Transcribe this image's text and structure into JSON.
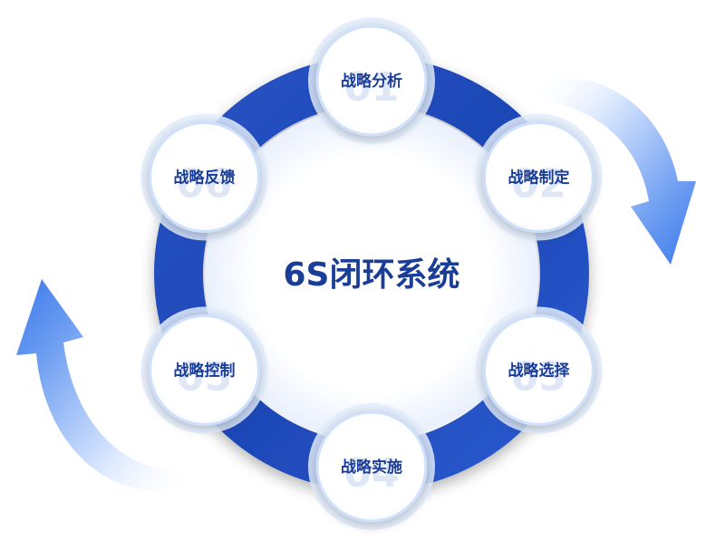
{
  "center": {
    "title": "6S闭环系统"
  },
  "steps": [
    {
      "label": "战略分析",
      "number": "01"
    },
    {
      "label": "战略制定",
      "number": "02"
    },
    {
      "label": "战略选择",
      "number": "03"
    },
    {
      "label": "战略实施",
      "number": "04"
    },
    {
      "label": "战略控制",
      "number": "05"
    },
    {
      "label": "战略反馈",
      "number": "06"
    }
  ],
  "colors": {
    "ring_dark": "#1d46b5",
    "ring_light": "#3c6ee0",
    "label_text": "#1a3d98",
    "number_text": "#dfe7f7",
    "node_border": "#cfe0fb",
    "node_halo": "#e3eefe",
    "arrow_light": "#eaf2ff",
    "arrow_dark": "#4a84ee"
  },
  "icons": {
    "right_arrow": "curved-arrow-down-icon",
    "left_arrow": "curved-arrow-up-icon"
  }
}
